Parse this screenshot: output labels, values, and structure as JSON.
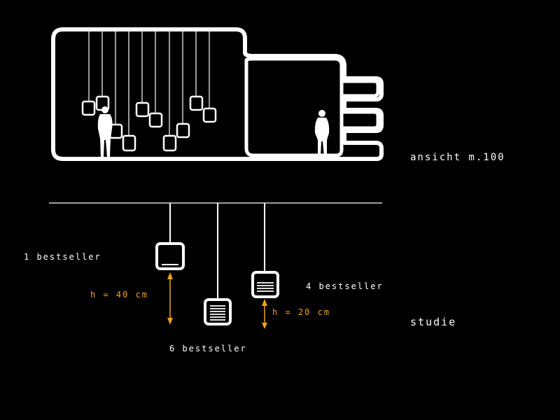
{
  "colors": {
    "background": "#000000",
    "line": "#ffffff",
    "accent": "#f0a020"
  },
  "elevation": {
    "title": "ansicht m.100"
  },
  "study": {
    "title": "studie",
    "labels": {
      "one": "1 bestseller",
      "four": "4 bestseller",
      "six": "6 bestseller"
    },
    "heights": {
      "h40": "H = 40 cm",
      "h20": "H = 20 cm"
    }
  }
}
